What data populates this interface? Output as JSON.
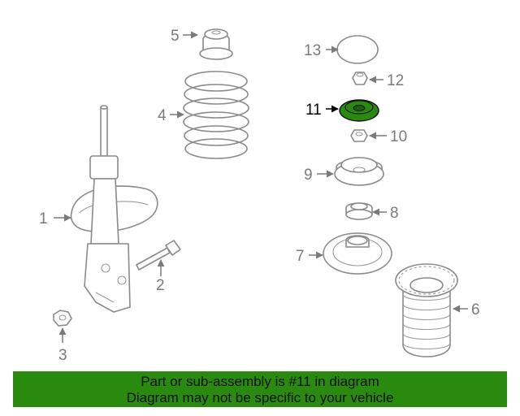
{
  "diagram": {
    "highlight_part": "11",
    "highlight_color": "#2a8a10",
    "label_color": "#7a7a7a",
    "labels": {
      "p1": "1",
      "p2": "2",
      "p3": "3",
      "p4": "4",
      "p5": "5",
      "p6": "6",
      "p7": "7",
      "p8": "8",
      "p9": "9",
      "p10": "10",
      "p11": "11",
      "p12": "12",
      "p13": "13"
    }
  },
  "banner": {
    "line1": "Part or sub-assembly is #11 in diagram",
    "line2": "Diagram may not be specific to your vehicle",
    "background": "#2a8a10"
  }
}
